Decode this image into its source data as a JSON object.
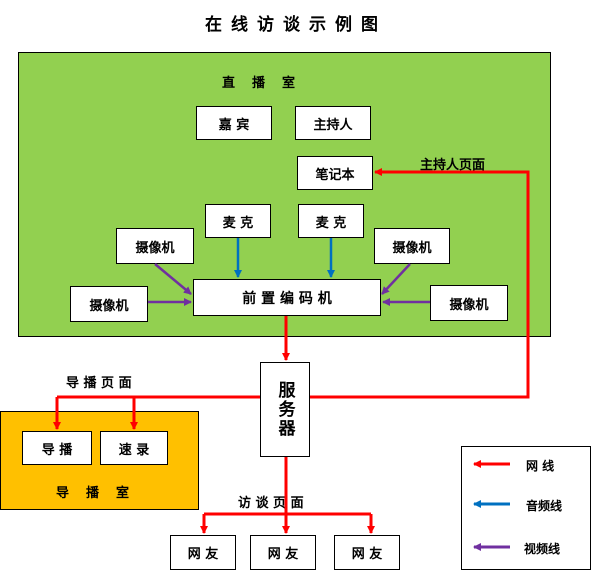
{
  "title": "在线访谈示例图",
  "studio": {
    "label": "直　播　室",
    "guest": "嘉 宾",
    "host": "主持人",
    "laptop": "笔记本",
    "mic_left": "麦 克",
    "mic_right": "麦 克",
    "camera_top_left": "摄像机",
    "camera_top_right": "摄像机",
    "camera_bottom_left": "摄像机",
    "camera_bottom_right": "摄像机",
    "encoder": "前 置 编 码 机"
  },
  "host_page_label": "主持人页面",
  "server": "服务器",
  "director_page_label": "导 播 页 面",
  "director_room": {
    "label": "导　播　室",
    "director": "导 播",
    "stenographer": "速 录"
  },
  "interview_page_label": "访 谈 页 面",
  "netizens": [
    "网 友",
    "网 友",
    "网 友"
  ],
  "legend": {
    "items": [
      {
        "label": "网 线",
        "color": "#ff0000"
      },
      {
        "label": "音频线",
        "color": "#0070c0"
      },
      {
        "label": "视频线",
        "color": "#7030a0"
      }
    ]
  },
  "colors": {
    "studio_bg": "#92d050",
    "director_room_bg": "#ffc000",
    "network_line": "#ff0000",
    "audio_line": "#0070c0",
    "video_line": "#7030a0"
  }
}
